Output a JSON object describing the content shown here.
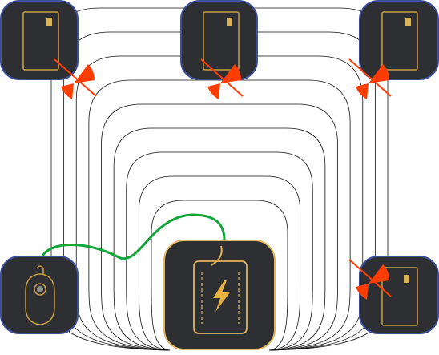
{
  "diagram": {
    "hub": {
      "icon": "lightning-bolt-icon",
      "accent": "#e0b45a"
    },
    "hub_tag": {
      "icon": "tag-icon",
      "accent": "#e0b45a"
    },
    "cards": [
      {
        "id": "top-left",
        "icon": "smart-card-icon",
        "status_icon": "signal-off-icon"
      },
      {
        "id": "top-center",
        "icon": "smart-card-icon",
        "status_icon": "signal-off-icon"
      },
      {
        "id": "top-right",
        "icon": "smart-card-icon",
        "status_icon": "signal-off-icon"
      },
      {
        "id": "bottom-right",
        "icon": "smart-card-icon",
        "status_icon": "signal-off-icon"
      }
    ],
    "ring_count": 9,
    "colors": {
      "tile_bg": "#2e2f33",
      "tile_border": "#3c4f9a",
      "hub_border": "#e0b45a",
      "card_outline": "#c9a043",
      "signal_off": "#ff3d00",
      "cable": "#12a538",
      "ring": "#111111"
    }
  }
}
